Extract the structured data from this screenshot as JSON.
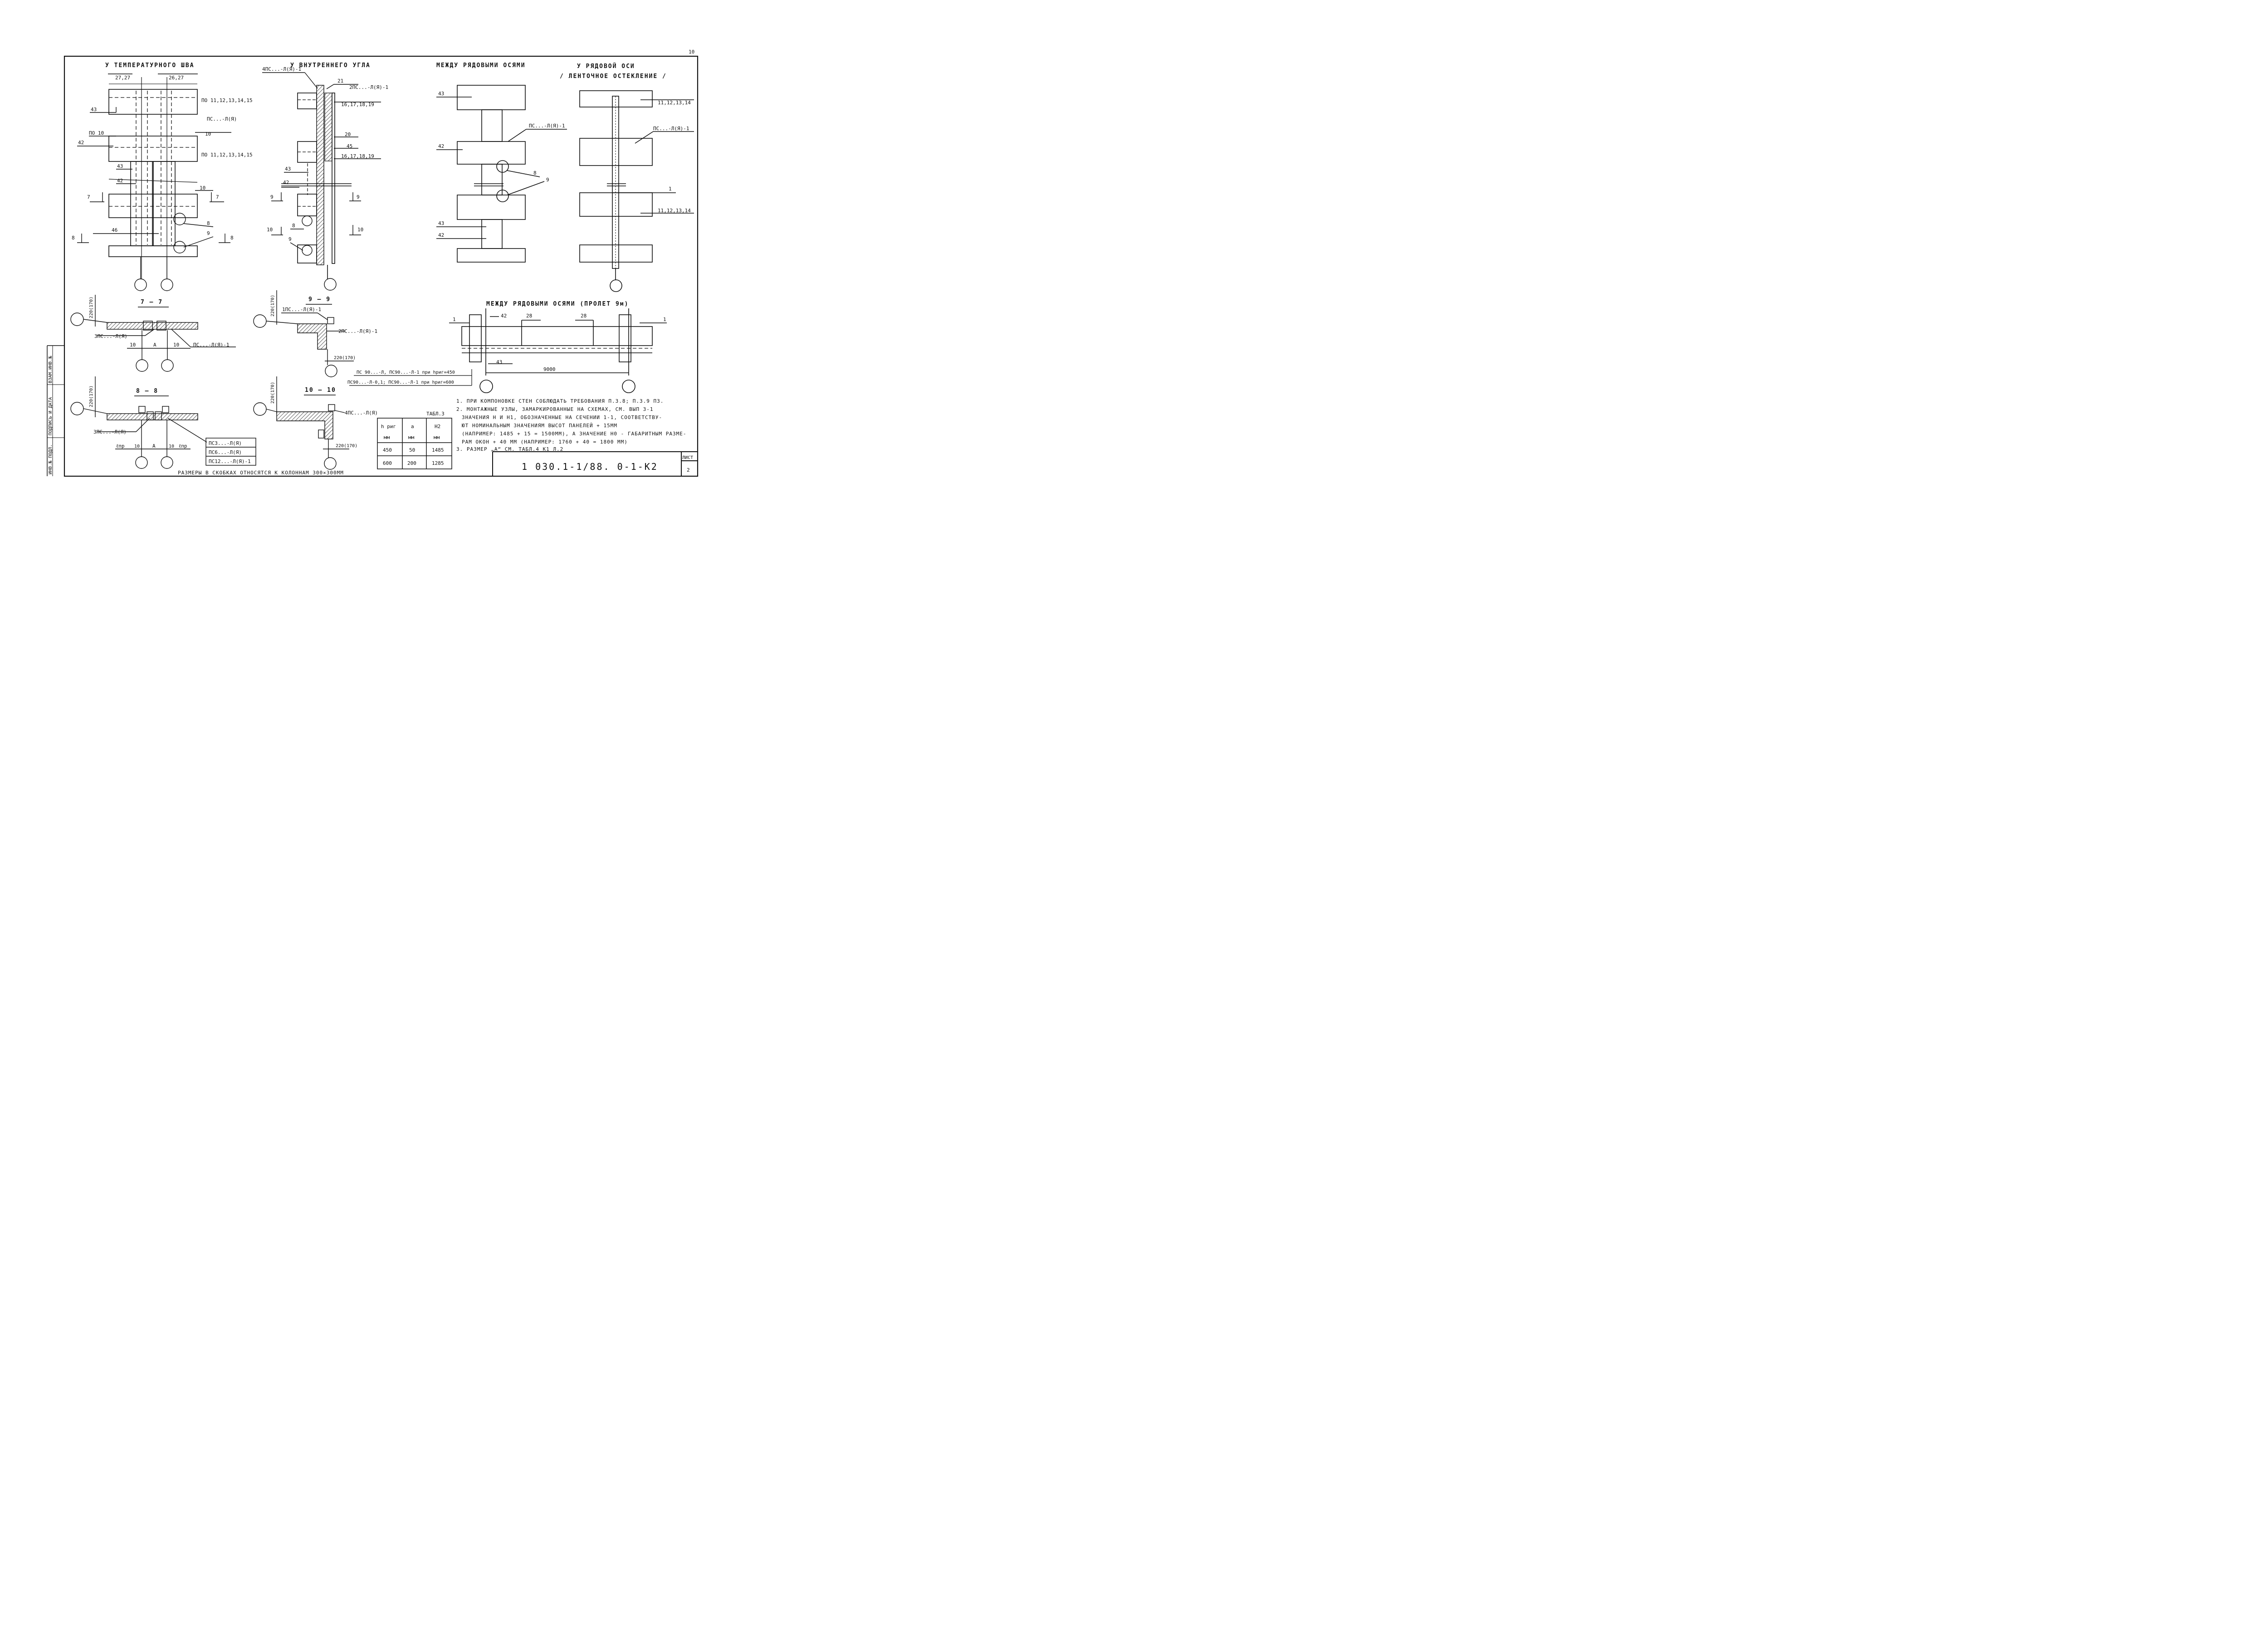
{
  "sheet": {
    "page_number": "10",
    "document_code": "1 030.1-1/88. 0-1-К2",
    "sheet_label": "ЛИСТ",
    "sheet_number": "2",
    "stamp_labels": [
      "ИНВ.№ ПОДЛ.",
      "ПОДПИСЬ И ДАТА",
      "ВЗАМ.ИНВ.№"
    ]
  },
  "views": {
    "temp_joint": {
      "title": "У ТЕМПЕРАТУРНОГО ШВА",
      "labels": [
        "27,27",
        "26,27",
        "43",
        "ПО 11,12,13,14,15",
        "ПС...-Л(Я)",
        "ПО 10",
        "10",
        "42",
        "ПО 11,12,13,14,15",
        "43",
        "42",
        "10",
        "7",
        "7",
        "46",
        "8",
        "9",
        "8",
        "8"
      ]
    },
    "inner_corner": {
      "title": "У ВНУТРЕННЕГО УГЛА",
      "labels": [
        "4ПС...-Л(Я)-1",
        "21",
        "2ПС...-Л(Я)-1",
        "16,17,18,19",
        "20",
        "45",
        "16,17,18,19",
        "43",
        "42",
        "9",
        "9",
        "10",
        "8",
        "9",
        "10"
      ]
    },
    "between_axes": {
      "title": "МЕЖДУ РЯДОВЫМИ ОСЯМИ",
      "labels": [
        "43",
        "ПС...-Л(Я)-1",
        "42",
        "8",
        "9",
        "43",
        "42"
      ]
    },
    "row_axis": {
      "title": "У РЯДОВОЙ ОСИ",
      "subtitle": "/ ЛЕНТОЧНОЕ ОСТЕКЛЕНИЕ /",
      "labels": [
        "11,12,13,14",
        "ПС...-Л(Я)-1",
        "1",
        "11,12,13,14"
      ]
    }
  },
  "sections": {
    "s77": {
      "title": "7 — 7",
      "labels": [
        "220(170)",
        "3ПС...-Л(Я)",
        "10",
        "А",
        "10",
        "ПС...-Л(Я)-1"
      ]
    },
    "s88": {
      "title": "8 — 8",
      "labels": [
        "220(170)",
        "3ПС...-Л(Я)",
        "ℓпр",
        "10",
        "А",
        "10",
        "ℓпр",
        "ПС3...-Л(Я)",
        "ПС6...-Л(Я)",
        "ПС12...-Л(Я)-1"
      ]
    },
    "s99": {
      "title": "9 — 9",
      "labels": [
        "220(170)",
        "1ПС...-Л(Я)-1",
        "2ПС...-Л(Я)-1",
        "220(170)"
      ]
    },
    "s1010": {
      "title": "10 — 10",
      "labels": [
        "220(170)",
        "4ПС...-Л(Я)",
        "220(170)"
      ]
    },
    "span9": {
      "title": "МЕЖДУ РЯДОВЫМИ ОСЯМИ (ПРОЛЕТ 9м)",
      "labels": [
        "1",
        "42",
        "28",
        "28",
        "1",
        "43",
        "9000"
      ],
      "ps_line1": "ПС 90...-Л, ПС90...-Л-1 при hриг=450",
      "ps_line2": "ПС90...-Л-0,1; ПС90...-Л-1 при hриг=600"
    }
  },
  "footnote": "РАЗМЕРЫ В СКОБКАХ ОТНОСЯТСЯ К КОЛОННАМ 300×300ММ",
  "table3": {
    "title": "ТАБЛ.3",
    "headers": [
      "h риг",
      "а",
      "Н2"
    ],
    "units": [
      "мм",
      "мм",
      "мм"
    ],
    "rows": [
      [
        "450",
        "50",
        "1485"
      ],
      [
        "600",
        "200",
        "1285"
      ]
    ]
  },
  "notes": [
    "1. ПРИ КОМПОНОВКЕ СТЕН СОБЛЮДАТЬ ТРЕБОВАНИЯ П.3.8; П.3.9 ПЗ.",
    "2. МОНТАЖНЫЕ УЗЛЫ, ЗАМАРКИРОВАННЫЕ НА СХЕМАХ, СМ. ВЫП 3-1",
    "ЗНАЧЕНИЯ Н И Н1, ОБОЗНАЧЕННЫЕ НА СЕЧЕНИИ 1-1, СООТВЕТСТВУ-",
    "ЮТ НОМИНАЛЬНЫМ ЗНАЧЕНИЯМ ВЫСОТ ПАНЕЛЕЙ + 15ММ",
    "(НАПРИМЕР: 1485 + 15 = 1500ММ), А ЗНАЧЕНИЕ Н0 - ГАБАРИТНЫМ РАЗМЕ-",
    "РАМ ОКОН + 40 ММ (НАПРИМЕР: 1760 + 40 = 1800 ММ)",
    "3. РАЗМЕР „А“ СМ. ТАБЛ.4 К1 Л.2"
  ]
}
